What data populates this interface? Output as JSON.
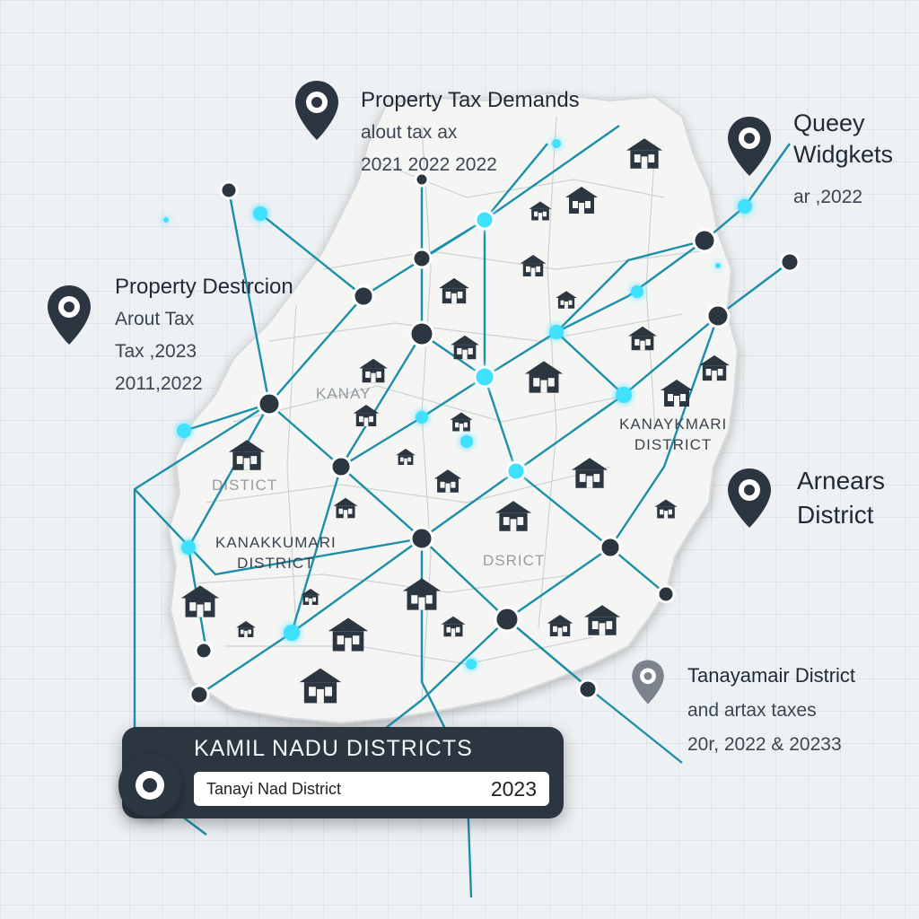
{
  "callouts": {
    "top": {
      "line1": "Property Tax Demands",
      "line2": "alout tax ax",
      "line3": "2021 2022 2022"
    },
    "top_right": {
      "line1": "Queey",
      "line2": "Widgkets",
      "line3": "ar ,2022"
    },
    "left": {
      "line1": "Property Destrcion",
      "line2": "Arout Tax",
      "line3": "Tax ,2023",
      "line4": "2011,2022"
    },
    "right": {
      "line1": "Arnears",
      "line2": "District"
    },
    "bottom_right": {
      "line1": "Tanayamair District",
      "line2": "and artax taxes",
      "line3": "20r, 2022 & 20233"
    }
  },
  "map_labels": {
    "kanay": "KANAY",
    "district_small": "DISTICT",
    "kanakkumari_right": "KANAYKMARI\nDISTRICT",
    "kanakkumari_left": "KANAKKUMARI\nDISTRICT",
    "dsrict": "DSRICT"
  },
  "legend": {
    "title": "KAMIL NADU DISTRICTS",
    "district": "Tanayi Nad District",
    "year": "2023"
  },
  "colors": {
    "network_line": "#1c8fa8",
    "node_dark": "#2c3640",
    "node_glow": "#3fe0ff",
    "map_fill": "#f5f6f4",
    "pin": "#2c3640"
  },
  "icons": {
    "pin": "map-pin-icon",
    "house": "house-icon"
  }
}
